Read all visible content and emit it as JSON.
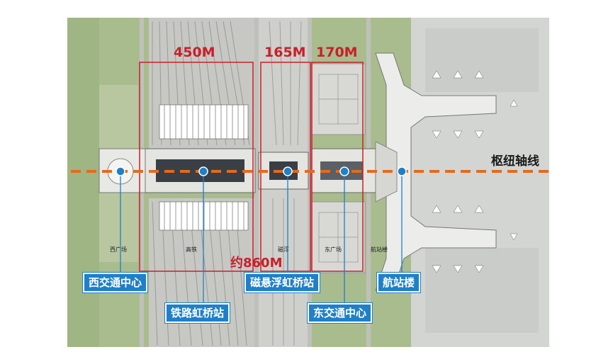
{
  "dimensions": {
    "seg1": "450M",
    "seg2": "165M",
    "seg3": "170M",
    "total": "约860M"
  },
  "axis_label": "枢纽轴线",
  "area_labels": {
    "west_plaza": "西广场",
    "high_speed_rail": "高铁",
    "maglev": "磁浮",
    "east_plaza": "东广场",
    "terminal": "航站楼"
  },
  "stations": {
    "west_transport_center": "西交通中心",
    "railway_hongqiao": "铁路虹桥站",
    "maglev_hongqiao": "磁悬浮虹桥站",
    "east_transport_center": "东交通中心",
    "terminal_building": "航站楼"
  },
  "colors": {
    "dimension_red": "#c8202a",
    "axis_orange": "#e46a1c",
    "station_blue": "#1f7fc8",
    "grass_green": "#a9bc8e",
    "tarmac_gray": "#d3d5d2"
  }
}
